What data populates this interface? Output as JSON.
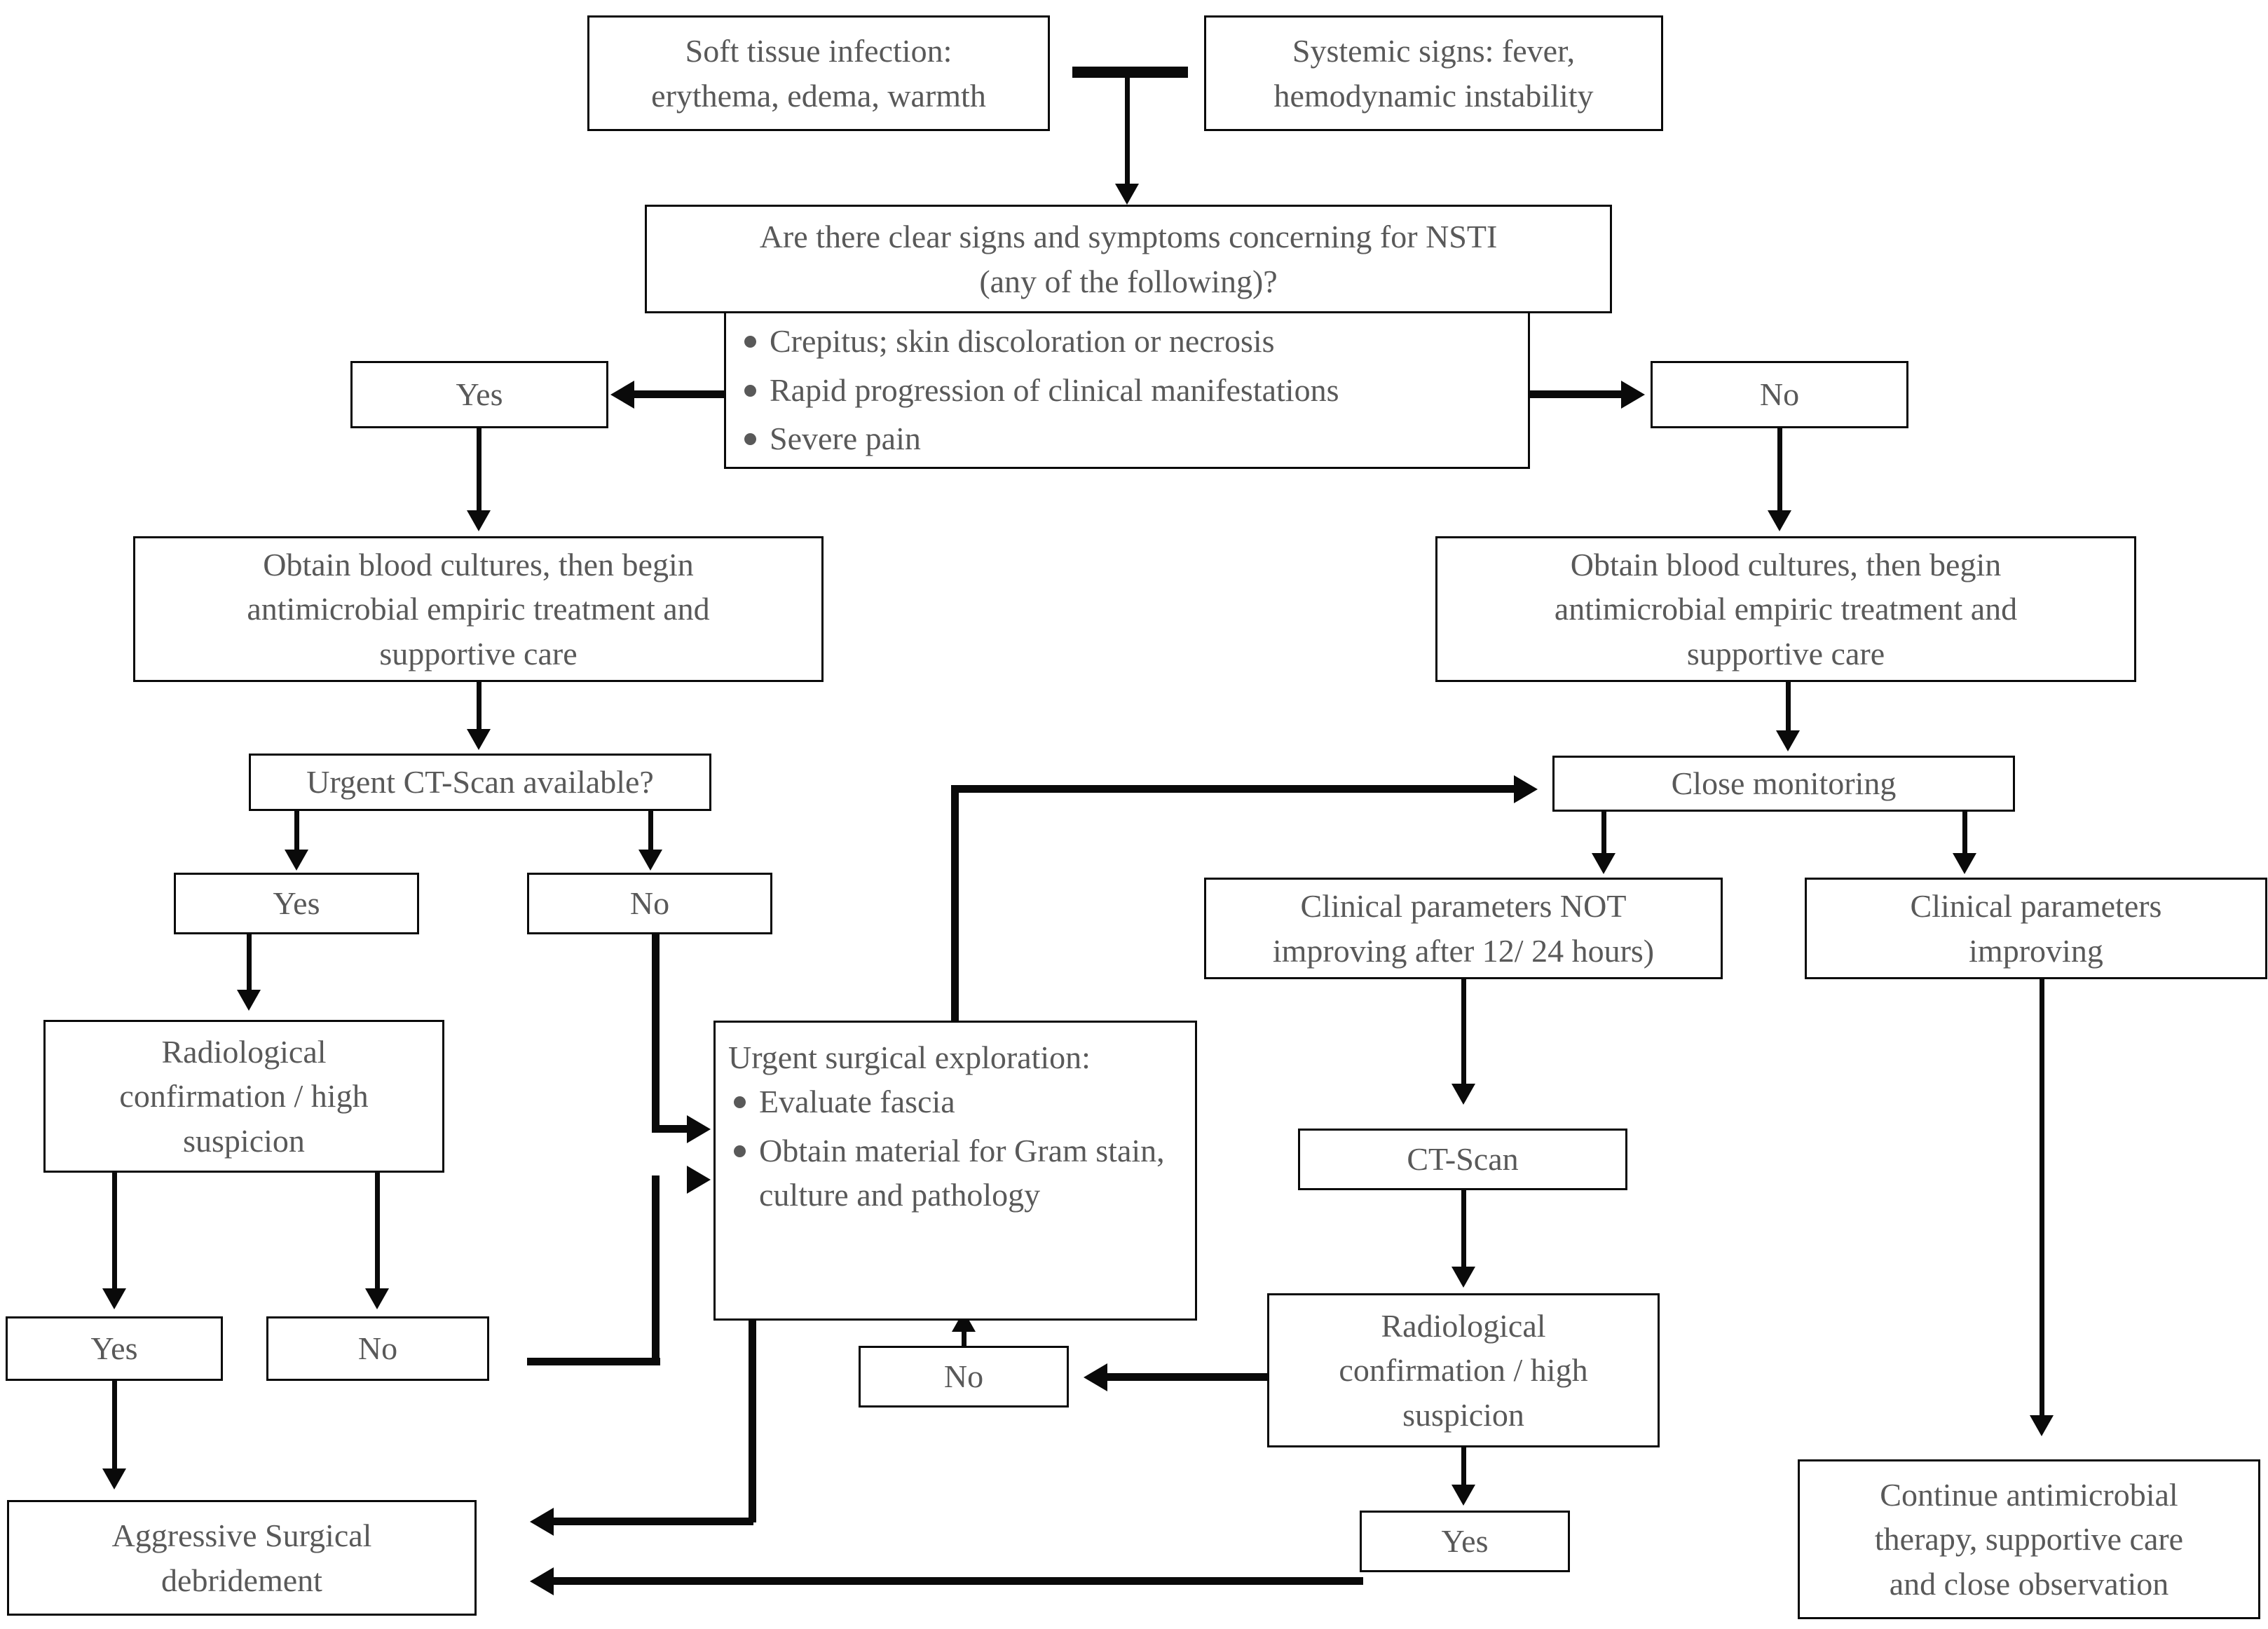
{
  "diagram": {
    "title": "NSTI (Necrotizing Soft Tissue Infection) Management Algorithm",
    "type": "flowchart",
    "nodes": {
      "soft_tissue_infection": {
        "line1": "Soft tissue infection:",
        "line2": "erythema, edema, warmth"
      },
      "systemic_signs": {
        "line1": "Systemic signs: fever,",
        "line2": "hemodynamic instability"
      },
      "nsti_question": {
        "line1": "Are there clear signs and symptoms concerning for NSTI",
        "line2": "(any of the following)?"
      },
      "nsti_criteria": {
        "bullets": [
          "Crepitus; skin discoloration or necrosis",
          "Rapid progression of clinical manifestations",
          "Severe pain"
        ]
      },
      "nsti_yes": {
        "label": "Yes"
      },
      "nsti_no": {
        "label": "No"
      },
      "blood_cultures_left": {
        "line1": "Obtain blood cultures, then begin",
        "line2": "antimicrobial empiric treatment and",
        "line3": "supportive care"
      },
      "blood_cultures_right": {
        "line1": "Obtain blood cultures, then begin",
        "line2": "antimicrobial empiric treatment and",
        "line3": "supportive care"
      },
      "ct_available": {
        "label": "Urgent CT-Scan available?"
      },
      "ct_yes": {
        "label": "Yes"
      },
      "ct_no": {
        "label": "No"
      },
      "close_monitoring": {
        "label": "Close monitoring"
      },
      "params_not_improving": {
        "line1": "Clinical parameters NOT",
        "line2": "improving after 12/ 24 hours)"
      },
      "params_improving": {
        "line1": "Clinical parameters",
        "line2": "improving"
      },
      "radiological_left": {
        "line1": "Radiological",
        "line2": "confirmation /  high",
        "line3": "suspicion"
      },
      "rad_left_yes": {
        "label": "Yes"
      },
      "rad_left_no": {
        "label": "No"
      },
      "surgical_exploration": {
        "title": "Urgent surgical exploration:",
        "bullets": [
          "Evaluate fascia",
          "Obtain material for Gram stain, culture and pathology"
        ]
      },
      "ct_scan": {
        "label": "CT-Scan"
      },
      "radiological_right": {
        "line1": "Radiological",
        "line2": "confirmation /  high",
        "line3": "suspicion"
      },
      "rad_right_no": {
        "label": "No"
      },
      "rad_right_yes": {
        "label": "Yes"
      },
      "debridement": {
        "line1": "Aggressive Surgical",
        "line2": "debridement"
      },
      "continue_therapy": {
        "line1": "Continue antimicrobial",
        "line2": "therapy, supportive care",
        "line3": "and close observation"
      }
    },
    "colors": {
      "text": "#595959",
      "border": "#0a0a0a",
      "background": "#ffffff",
      "bullet": "#595959"
    }
  }
}
